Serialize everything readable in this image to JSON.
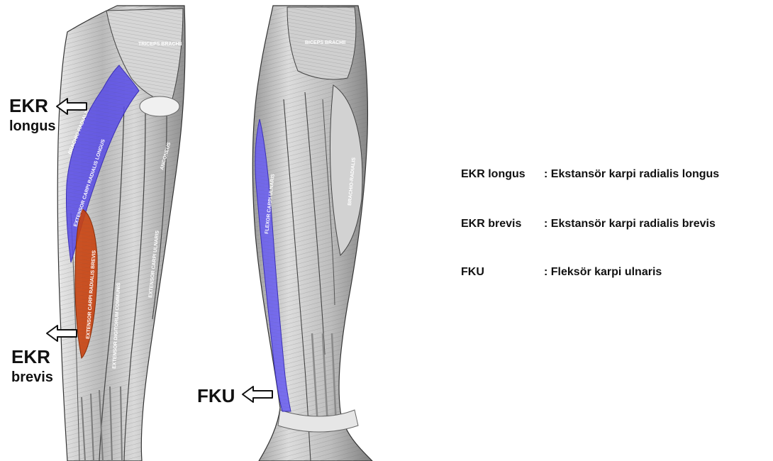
{
  "callouts": {
    "ekr_longus": {
      "top": "EKR",
      "bottom": "longus"
    },
    "ekr_brevis": {
      "top": "EKR",
      "bottom": "brevis"
    },
    "fku": {
      "label": "FKU"
    }
  },
  "legend": [
    {
      "abbr": "EKR longus",
      "definition": ": Ekstansör karpi radialis longus"
    },
    {
      "abbr": "EKR brevis",
      "definition": ": Ekstansör karpi radialis brevis"
    },
    {
      "abbr": "FKU",
      "definition": ": Fleksör karpi ulnaris"
    }
  ],
  "colors": {
    "ekr_longus_highlight": "#5a4de6",
    "ekr_brevis_highlight": "#c9430f",
    "fku_highlight": "#6a5ef0"
  },
  "figure_text": [
    "TRICEPS BRACHII",
    "BRACHIO-RADIALIS",
    "EXTENSOR CARPI RADIALIS LONGUS",
    "EXTENSOR CARPI RADIALIS BREVIS",
    "EXTENSOR DIGITORUM COMMUNIS",
    "EXTENSOR CARPI ULNARIS",
    "ANCONEUS",
    "BICEPS BRACHII",
    "BRACHIO-RADIALIS",
    "FLEXOR CARPI ULNARIS"
  ]
}
